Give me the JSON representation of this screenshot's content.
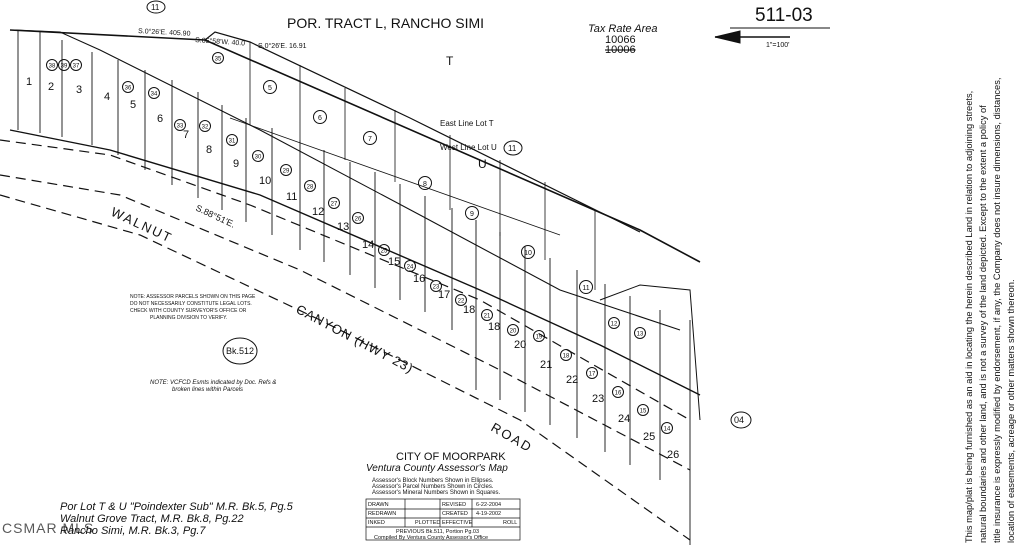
{
  "header": {
    "tract_title": "POR. TRACT L, RANCHO SIMI",
    "tax_rate_label": "Tax Rate Area",
    "tax_rate_current": "10066",
    "tax_rate_old": "10006",
    "map_number": "511-03",
    "scale": "1\"=100'"
  },
  "labels": {
    "lot_t": "T",
    "lot_u": "U",
    "east_line": "East Line Lot T",
    "west_line": "West Line Lot U",
    "walnut": "WALNUT",
    "canyon_hwy": "CANYON (HWY 23)",
    "road": "ROAD",
    "book_512": "Bk.512",
    "parcel_04": "04",
    "block_11": "11",
    "block_11_top": "11"
  },
  "notes": {
    "assessor_note": [
      "NOTE: ASSESSOR PARCELS SHOWN ON THIS PAGE",
      "DO NOT NECESSARILY CONSTITUTE LEGAL LOTS.",
      "CHECK WITH COUNTY SURVEYOR'S OFFICE OR",
      "PLANNING DIVISION TO VERIFY."
    ],
    "vcfcd_note": [
      "NOTE: VCFCD Esmts indicated by Doc. Refs &",
      "broken lines within Parcels"
    ]
  },
  "city_block": {
    "city": "CITY OF MOORPARK",
    "assessor": "Ventura County Assessor's Map",
    "legend": [
      "Assessor's Block Numbers Shown in Ellipses.",
      "Assessor's Parcel Numbers Shown in Circles.",
      "Assessor's Mineral Numbers Shown in Squares."
    ]
  },
  "revision_table": {
    "drawn": "DRAWN",
    "revised": "REVISED",
    "revised_date": "6-22-2004",
    "redrawn": "REDRAWN",
    "created": "CREATED",
    "created_date": "4-19-2002",
    "inked": "INKED",
    "plotted": "PLOTTED",
    "effective": "EFFECTIVE",
    "roll": "ROLL",
    "previous": "PREVIOUS Bk.511, Portion Pg.03",
    "compiled": "Compiled By Ventura County Assessor's Office"
  },
  "references": [
    "Por Lot T & U \"Poindexter Sub\" M.R. Bk.5, Pg.5",
    "Walnut Grove Tract, M.R. Bk.8, Pg.22",
    "Rancho Simi, M.R. Bk.3, Pg.7"
  ],
  "watermark": "CSMAR MLS",
  "disclaimer": [
    "This map/plat is being furnished as an aid in locating the herein described Land in relation to adjoining streets,",
    "natural boundaries and other land, and is not a survey of the land depicted. Except to the extent a policy of",
    "title insurance is expressly modified by endorsement, if any, the Company does not insure dimensions, distances,",
    "location of easements, acreage or other matters shown thereon."
  ],
  "dimensions": {
    "top_bearing": "S.0°26'E.   405.90",
    "bearing_2": "S.85°58'W. 40.0",
    "bearing_3": "S.0°26'E. 16.91",
    "road_bearing": "S.88°51'E."
  },
  "parcels": {
    "lower": [
      "1",
      "2",
      "3",
      "4",
      "5",
      "6",
      "7",
      "8",
      "9",
      "10",
      "11",
      "12",
      "13",
      "14",
      "15",
      "16",
      "17",
      "18",
      "18",
      "20",
      "21",
      "22",
      "23",
      "24",
      "25",
      "26"
    ],
    "circled_upper": [
      "5",
      "6",
      "7",
      "8",
      "9",
      "10",
      "11"
    ],
    "circled_lower": [
      "38",
      "39",
      "37",
      "36",
      "35",
      "34",
      "33",
      "32",
      "31",
      "30",
      "29",
      "28",
      "27",
      "26",
      "25",
      "24",
      "23",
      "22",
      "21",
      "20",
      "19",
      "18",
      "17",
      "16",
      "15",
      "14",
      "13",
      "12"
    ]
  }
}
